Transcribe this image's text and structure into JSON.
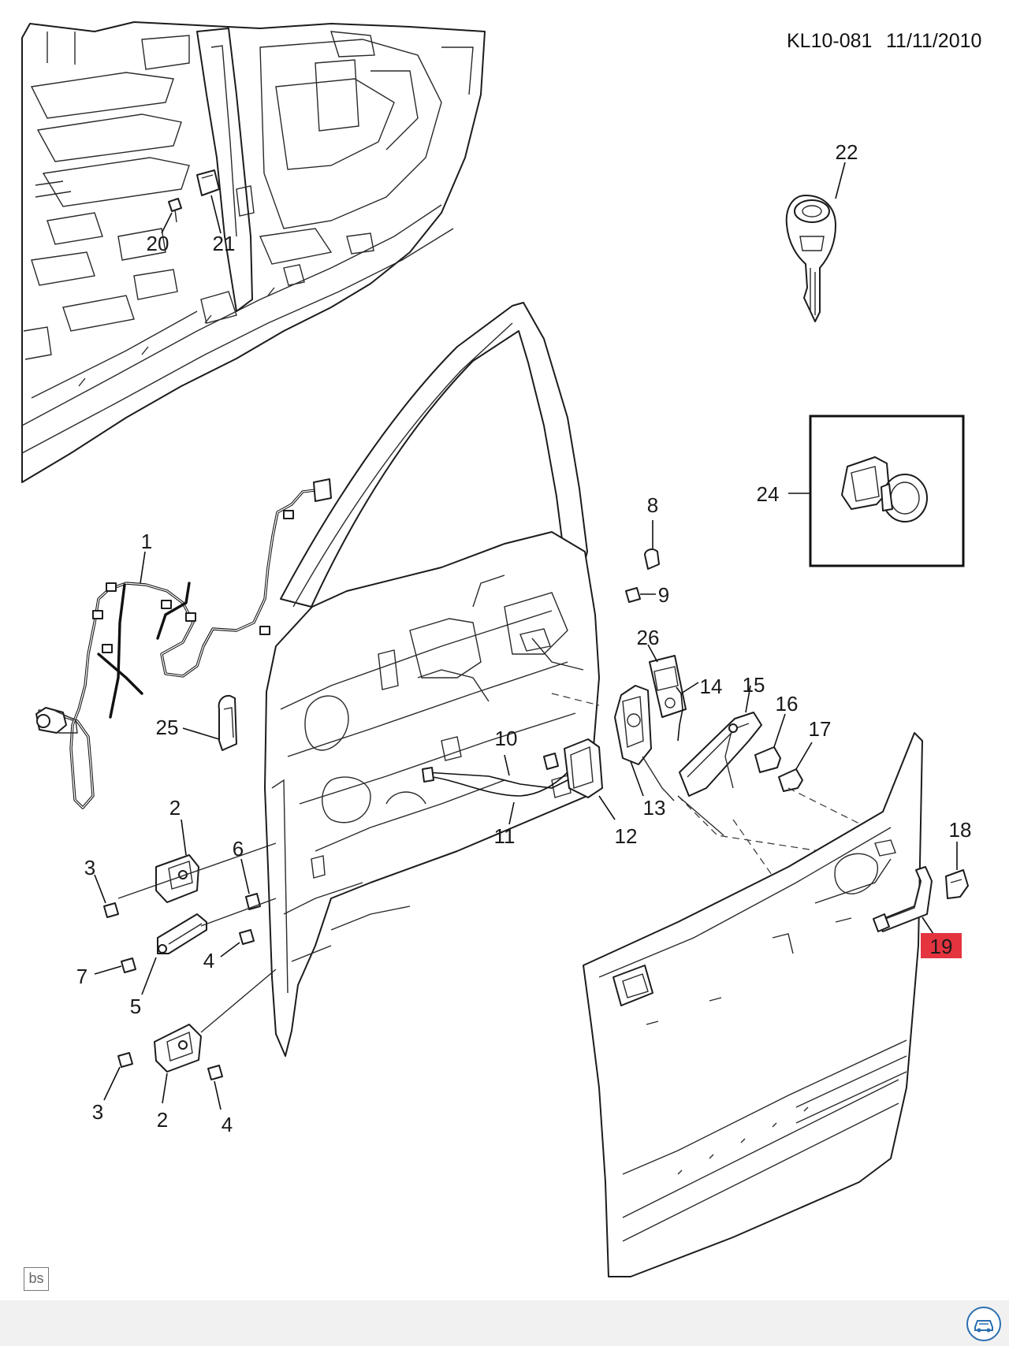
{
  "header": {
    "code": "KL10-081",
    "date": "11/11/2010"
  },
  "footer": {
    "watermark_text": "bs",
    "corner_logo": "car-badge-icon"
  },
  "colors": {
    "highlight": "#e4343f",
    "ink": "#1c1c1c",
    "footer_bg": "#f1f1f1"
  },
  "callouts": [
    {
      "id": "c1",
      "text": "1"
    },
    {
      "id": "c2a",
      "text": "2"
    },
    {
      "id": "c2b",
      "text": "2"
    },
    {
      "id": "c3a",
      "text": "3"
    },
    {
      "id": "c3b",
      "text": "3"
    },
    {
      "id": "c4a",
      "text": "4"
    },
    {
      "id": "c4b",
      "text": "4"
    },
    {
      "id": "c5",
      "text": "5"
    },
    {
      "id": "c6",
      "text": "6"
    },
    {
      "id": "c7",
      "text": "7"
    },
    {
      "id": "c8",
      "text": "8"
    },
    {
      "id": "c9",
      "text": "9"
    },
    {
      "id": "c10",
      "text": "10"
    },
    {
      "id": "c11",
      "text": "11"
    },
    {
      "id": "c12",
      "text": "12"
    },
    {
      "id": "c13",
      "text": "13"
    },
    {
      "id": "c14",
      "text": "14"
    },
    {
      "id": "c15",
      "text": "15"
    },
    {
      "id": "c16",
      "text": "16"
    },
    {
      "id": "c17",
      "text": "17"
    },
    {
      "id": "c18",
      "text": "18"
    },
    {
      "id": "c19",
      "text": "19",
      "highlighted": true
    },
    {
      "id": "c20",
      "text": "20"
    },
    {
      "id": "c21",
      "text": "21"
    },
    {
      "id": "c22",
      "text": "22"
    },
    {
      "id": "c24",
      "text": "24"
    },
    {
      "id": "c25",
      "text": "25"
    },
    {
      "id": "c26",
      "text": "26"
    }
  ]
}
